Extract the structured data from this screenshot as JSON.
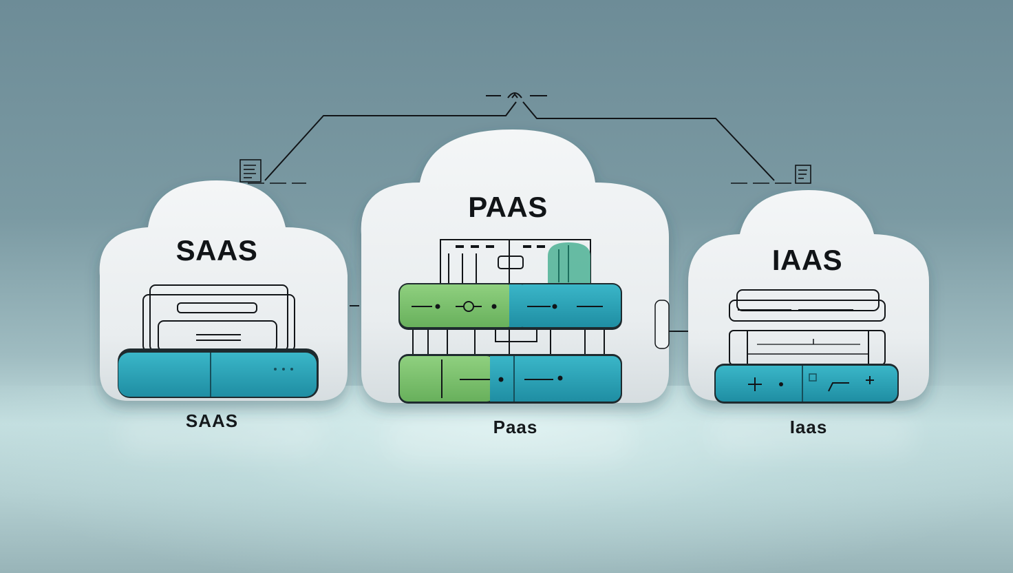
{
  "diagram": {
    "nodes": [
      {
        "id": "saas",
        "title": "SAAS",
        "caption": "SAAS"
      },
      {
        "id": "paas",
        "title": "PAAS",
        "caption": "Paas"
      },
      {
        "id": "iaas",
        "title": "IAAS",
        "caption": "Iaas"
      }
    ]
  },
  "colors": {
    "background": "#7b9aa3",
    "cloud": "#f3f5f6",
    "teal": "#2aa3b8",
    "green": "#7cc36e",
    "line": "#111417"
  },
  "icons": [
    "document-icon",
    "router-icon",
    "server-rack-icon",
    "circuit-module-icon",
    "hard-drive-icon"
  ]
}
